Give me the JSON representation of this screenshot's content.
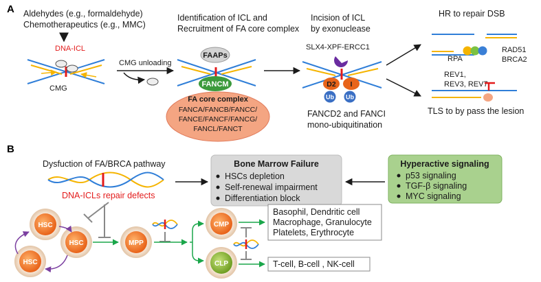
{
  "colors": {
    "blue_strand": "#2f7ed8",
    "yellow_strand": "#f5b400",
    "red": "#e31b1b",
    "green_arrow": "#1aa64a",
    "gray_box": "#d9d9d9",
    "green_box": "#a9d18e",
    "salmon": "#f4a582",
    "orange_cell": "#f07f2a",
    "green_cell": "#8cbf3f"
  },
  "panel_a": {
    "label": "A",
    "step1": {
      "line1": "Aldehydes (e.g., formaldehyde)",
      "line2": "Chemotherapeutics (e.g., MMC)",
      "icl": "DNA-ICL",
      "cmg": "CMG"
    },
    "unloading": "CMG unloading",
    "step2": {
      "line1": "Identification of ICL and",
      "line2": "Recruitment of FA core complex",
      "faaps": "FAAPs",
      "fancm": "FANCM",
      "core_title": "FA core complex",
      "core_line1": "FANCA/FANCB/FANCC/",
      "core_line2": "FANCE/FANCF/FANCG/",
      "core_line3": "FANCL/FANCT"
    },
    "step3": {
      "line1": "Incision of ICL",
      "line2": "by exonuclease",
      "nuclease": "SLX4-XPF-ERCC1",
      "d2": "D2",
      "i": "I",
      "ub": "Ub",
      "mono1": "FANCD2 and FANCI",
      "mono2": "mono-ubiquitination"
    },
    "hr": {
      "title": "HR to repair DSB",
      "rpa": "RPA",
      "rad51": "RAD51",
      "brca2": "BRCA2"
    },
    "tls": {
      "rev1": "REV1,",
      "rev37": "REV3, REV7",
      "title": "TLS to by pass the lesion"
    }
  },
  "panel_b": {
    "label": "B",
    "dysfunction": "Dysfuction of FA/BRCA pathway",
    "repair_defects": "DNA-ICLs repair defects",
    "bmf": {
      "title": "Bone Marrow Failure",
      "items": [
        "HSCs depletion",
        "Self-renewal impairment",
        "Differentiation block"
      ]
    },
    "hyper": {
      "title": "Hyperactive signaling",
      "items": [
        "p53 signaling",
        "TGF-β signaling",
        "MYC signaling"
      ]
    },
    "cells": {
      "hsc": "HSC",
      "mpp": "MPP",
      "cmp": "CMP",
      "clp": "CLP"
    },
    "myeloid_box": [
      "Basophil, Dendritic cell",
      "Macrophage, Granulocyte",
      "Platelets, Erythrocyte"
    ],
    "lymphoid_box": "T-cell, B-cell , NK-cell"
  }
}
